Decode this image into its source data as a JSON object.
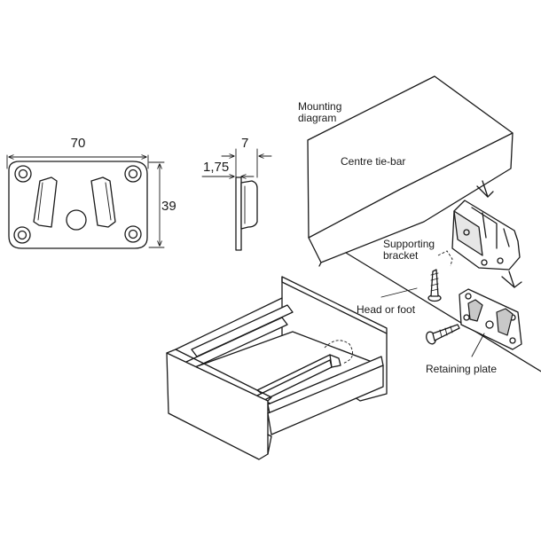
{
  "dimensions": {
    "plate_width": "70",
    "plate_height": "39",
    "side_thickness": "7",
    "side_offset": "1,75"
  },
  "labels": {
    "mounting_diagram": [
      "Mounting",
      "diagram"
    ],
    "centre_tie_bar": "Centre tie-bar",
    "supporting_bracket": [
      "Supporting",
      "bracket"
    ],
    "head_or_foot": "Head or foot",
    "retaining_plate": "Retaining plate"
  }
}
